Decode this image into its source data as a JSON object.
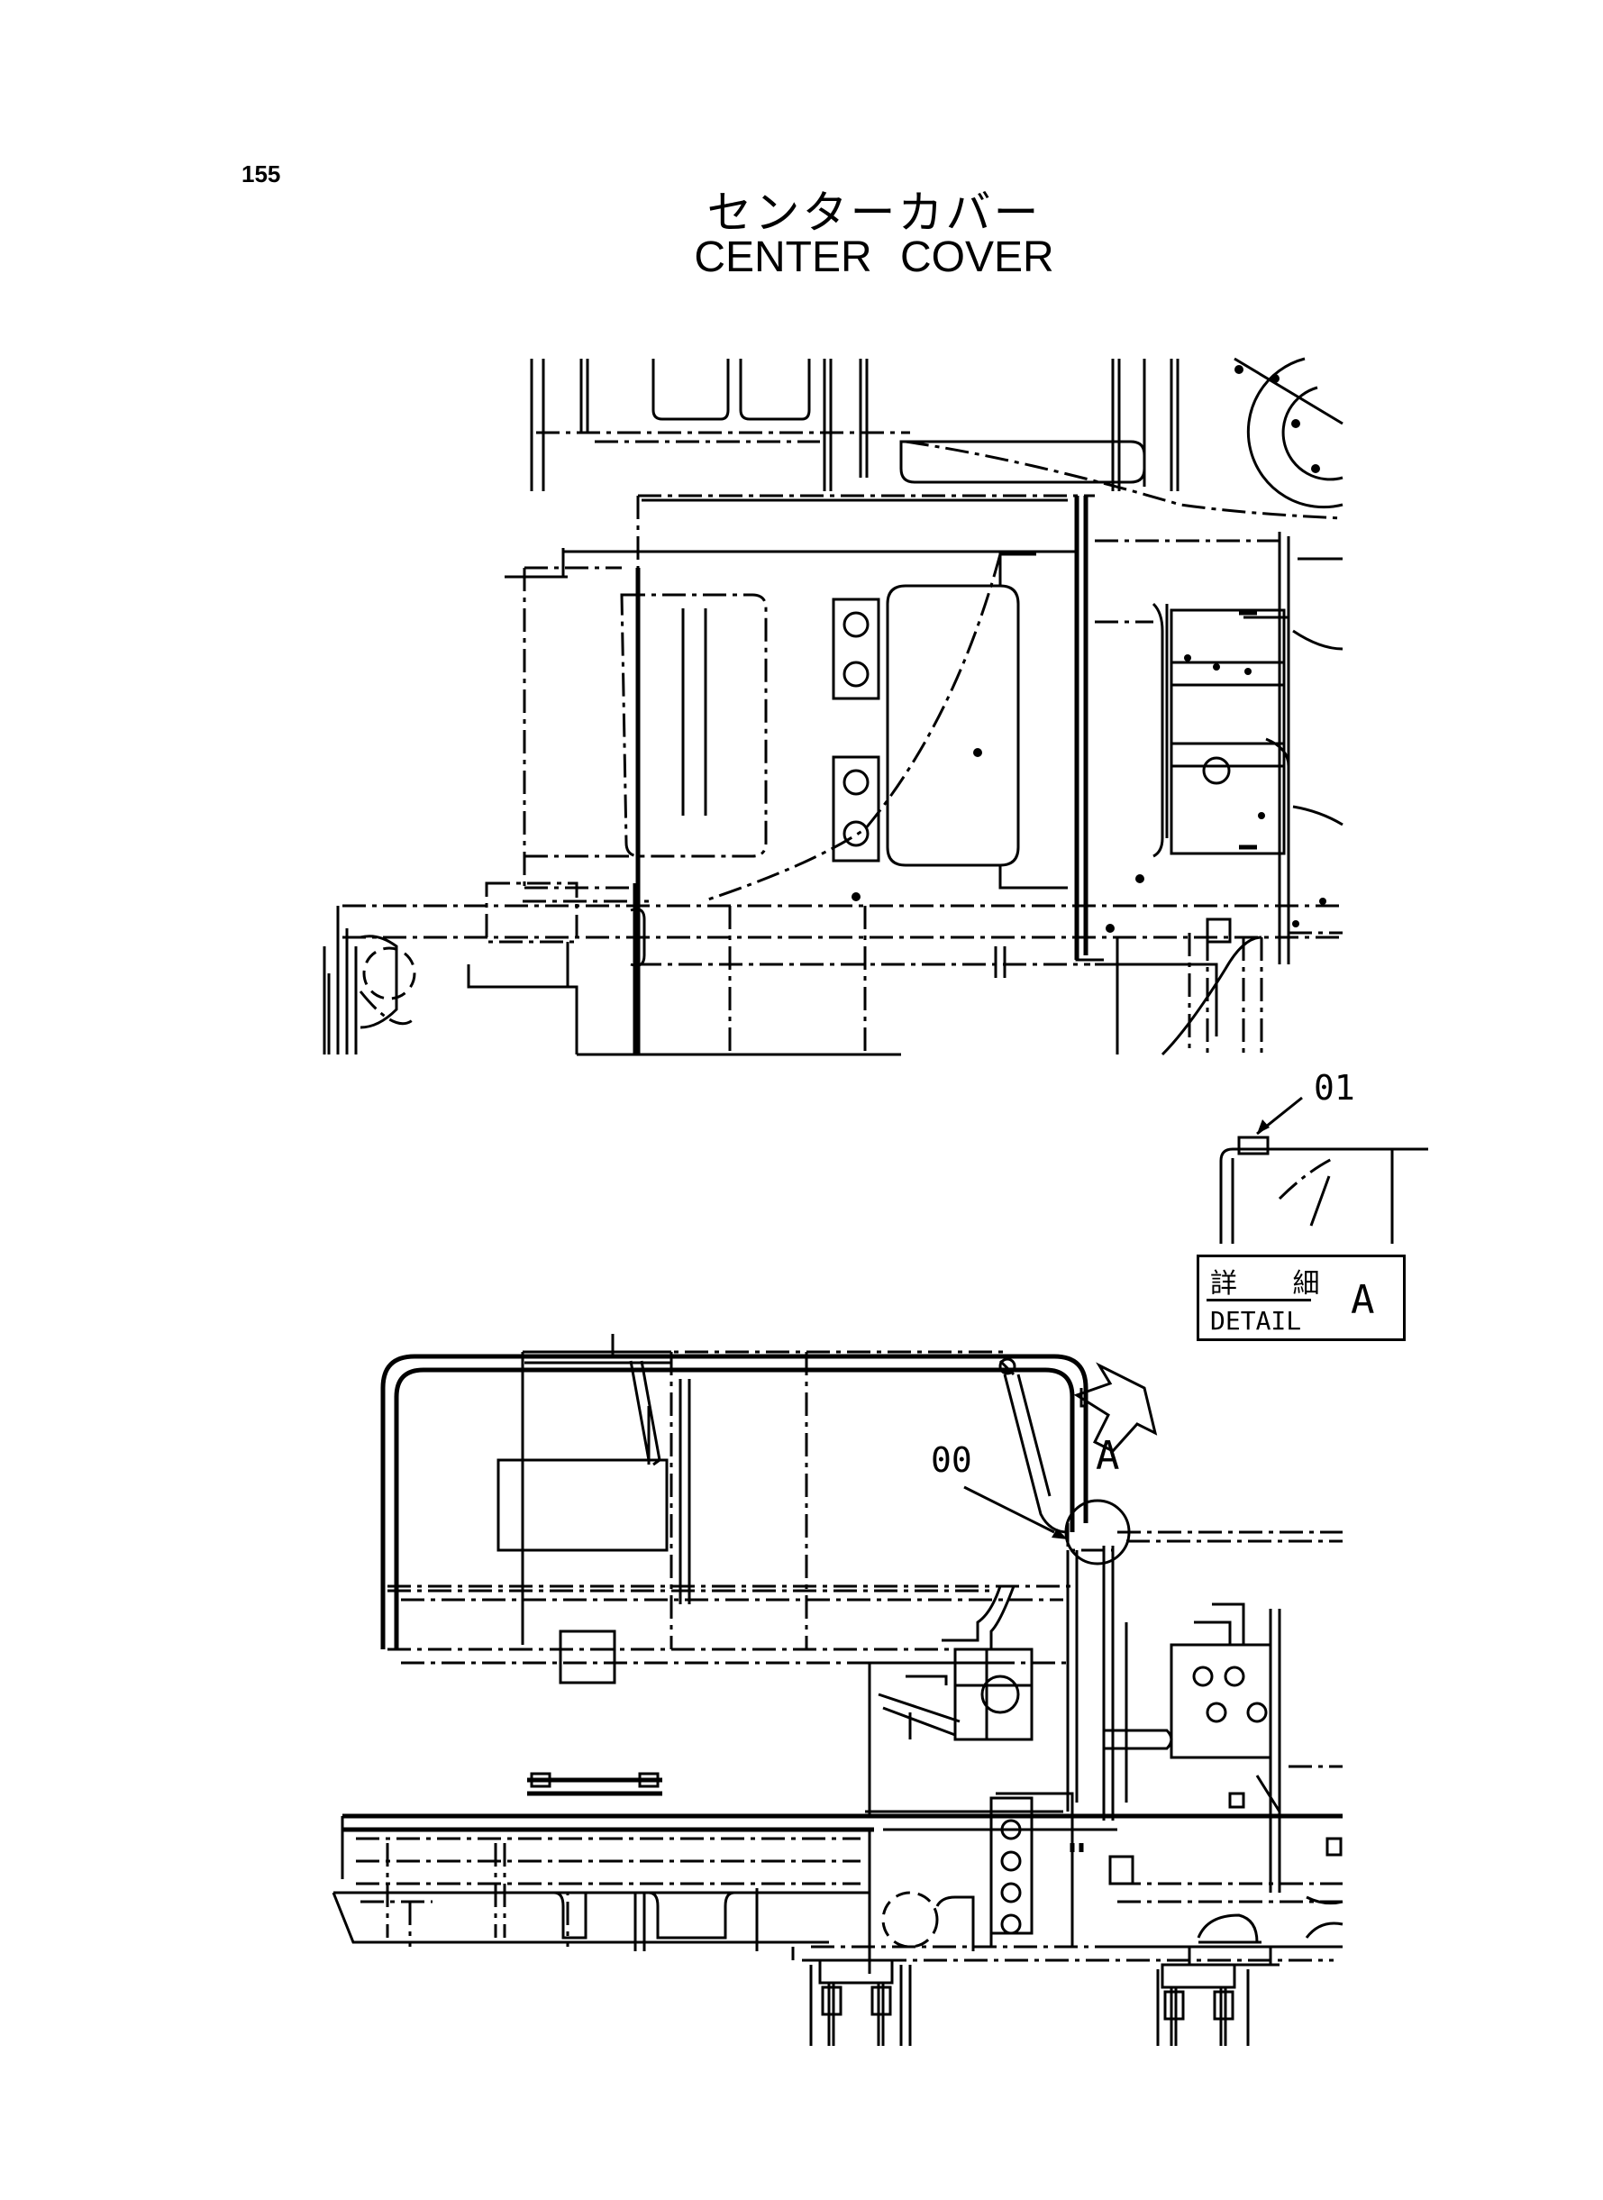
{
  "page_number": "155",
  "title_ja": "センターカバー",
  "title_en": "CENTER COVER",
  "callouts": [
    {
      "label": "01"
    },
    {
      "label": "00"
    }
  ],
  "view_arrow_letter": "A",
  "detail_box": {
    "ja": "詳 細",
    "en": "DETAIL",
    "letter": "A"
  }
}
